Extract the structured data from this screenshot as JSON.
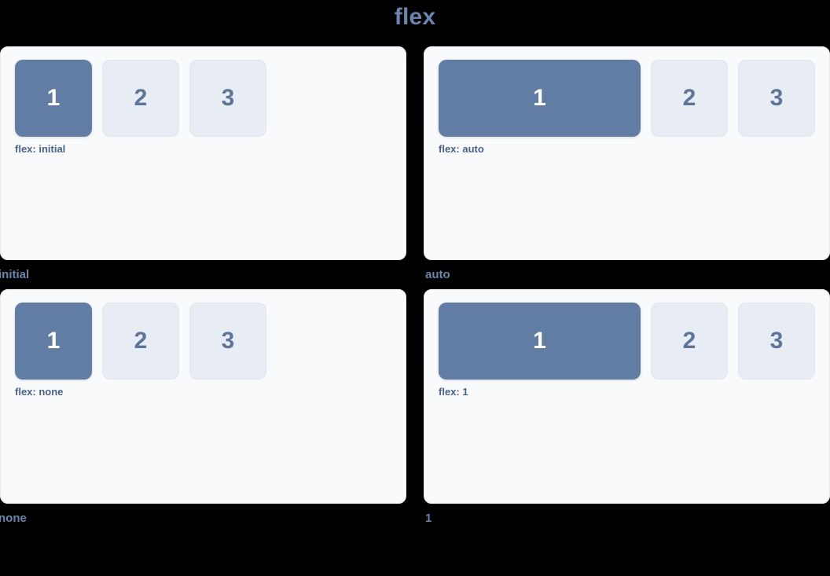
{
  "title": "flex",
  "colors": {
    "background": "#000000",
    "card_background": "#f9fafc",
    "primary_box": "#617da4",
    "muted_box": "#e7ecf5",
    "title_text": "#6b86ad",
    "caption_text": "#6b86ad",
    "label_text": "#4a6285",
    "primary_box_text": "#ffffff",
    "muted_box_text": "#5d7599"
  },
  "panels": [
    {
      "caption": "initial",
      "flex_label": "flex: initial",
      "grow": false,
      "boxes": [
        {
          "label": "1",
          "style": "primary"
        },
        {
          "label": "2",
          "style": "muted"
        },
        {
          "label": "3",
          "style": "muted"
        }
      ]
    },
    {
      "caption": "auto",
      "flex_label": "flex: auto",
      "grow": true,
      "boxes": [
        {
          "label": "1",
          "style": "primary"
        },
        {
          "label": "2",
          "style": "muted"
        },
        {
          "label": "3",
          "style": "muted"
        }
      ]
    },
    {
      "caption": "none",
      "flex_label": "flex: none",
      "grow": false,
      "boxes": [
        {
          "label": "1",
          "style": "primary"
        },
        {
          "label": "2",
          "style": "muted"
        },
        {
          "label": "3",
          "style": "muted"
        }
      ]
    },
    {
      "caption": "1",
      "flex_label": "flex: 1",
      "grow": true,
      "boxes": [
        {
          "label": "1",
          "style": "primary"
        },
        {
          "label": "2",
          "style": "muted"
        },
        {
          "label": "3",
          "style": "muted"
        }
      ]
    }
  ]
}
